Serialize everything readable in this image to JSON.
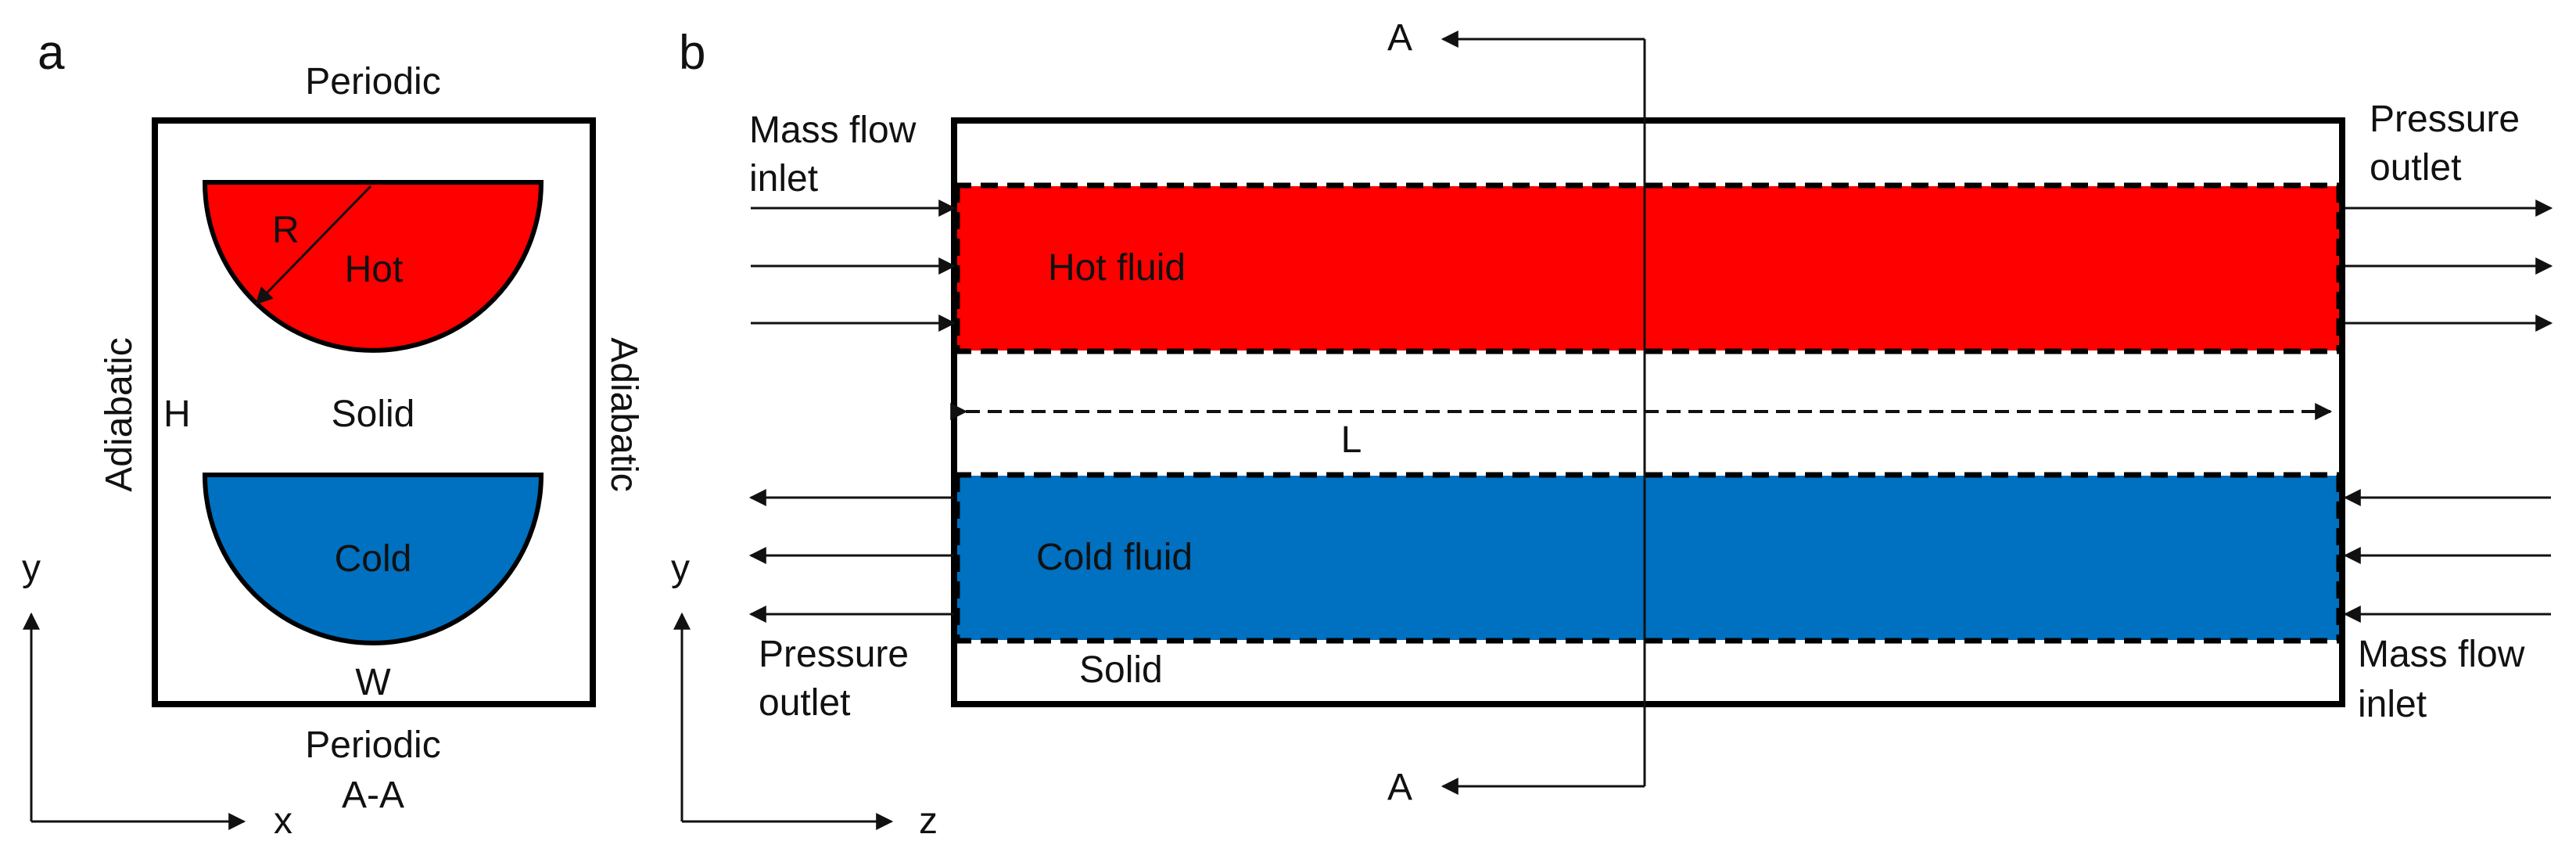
{
  "colors": {
    "hot": "#ff0000",
    "cold": "#0070c0",
    "line": "#000000"
  },
  "panel_a": {
    "label": "a",
    "top": "Periodic",
    "bottom": "Periodic",
    "left": "Adiabatic",
    "right": "Adiabatic",
    "radius": "R",
    "hot": "Hot",
    "height": "H",
    "solid": "Solid",
    "cold": "Cold",
    "width": "W",
    "section": "A-A",
    "axis_y": "y",
    "axis_x": "x"
  },
  "panel_b": {
    "label": "b",
    "section_top": "A",
    "section_bottom": "A",
    "hot_inlet_1": "Mass flow",
    "hot_inlet_2": "inlet",
    "hot_outlet_1": "Pressure",
    "hot_outlet_2": "outlet",
    "hot_fluid": "Hot fluid",
    "length": "L",
    "cold_fluid": "Cold fluid",
    "cold_outlet_1": "Pressure",
    "cold_outlet_2": "outlet",
    "solid": "Solid",
    "cold_inlet_1": "Mass flow",
    "cold_inlet_2": "inlet",
    "axis_y": "y",
    "axis_z": "z"
  }
}
